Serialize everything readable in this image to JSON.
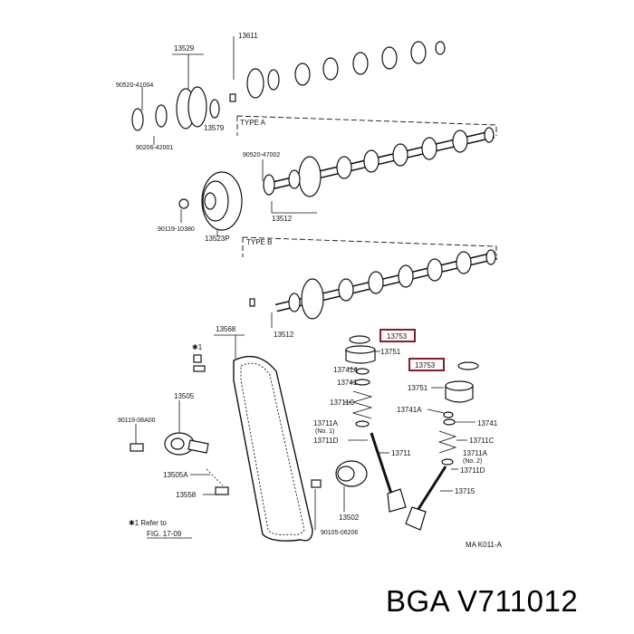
{
  "labels": {
    "p13611": "13611",
    "p13529": "13529",
    "p90520_41004": "90520-41004",
    "p13579": "13579",
    "p90206_42001": "90206-42001",
    "type_a": "TYPE A",
    "p90520_47002": "90520-47002",
    "p13512_top": "13512",
    "p90119_10380": "90119-10380",
    "p13523p": "13523P",
    "type_b": "TYPE B",
    "p13512_bot": "13512",
    "p13568": "13568",
    "star1": "✱1",
    "p13505": "13505",
    "p90119_08a00": "90119-08A00",
    "p13505a": "13505A",
    "p13558": "13558",
    "refer_line1": "✱1 Refer to",
    "refer_line2": "FIG. 17-09",
    "p13753_box1": "13753",
    "p13751_left": "13751",
    "p13741a_left": "13741A",
    "p13741_left": "13741",
    "p13711c_left": "13711C",
    "p13711a_left": "13711A",
    "no1_left": "(No. 1)",
    "p13711d_left": "13711D",
    "p13711": "13711",
    "p13502": "13502",
    "p90105_06206": "90105-06206",
    "p13753_box2": "13753",
    "p13751_right": "13751",
    "p13741a_right": "13741A",
    "p13741_right": "13741",
    "p13711c_right": "13711C",
    "p13711a_right": "13711A",
    "no2_right": "(No. 2)",
    "p13711d_right": "13711D",
    "p13715": "13715",
    "ref_code": "MA K011-A"
  },
  "brand_text": "BGA V711012",
  "colors": {
    "highlight": "#8b1a2b",
    "ink": "#111111"
  }
}
